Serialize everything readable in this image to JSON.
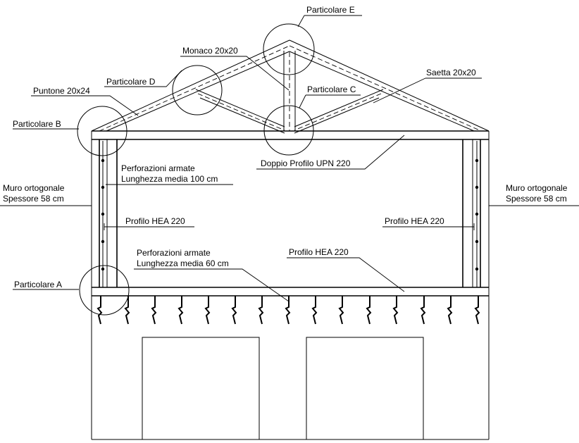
{
  "labels": {
    "particolare_e": "Particolare E",
    "monaco": "Monaco 20x20",
    "particolare_d": "Particolare D",
    "saetta": "Saetta 20x20",
    "puntone": "Puntone 20x24",
    "particolare_c": "Particolare C",
    "particolare_b": "Particolare B",
    "doppio_upn": "Doppio Profilo UPN 220",
    "perforazioni_100_l1": "Perforazioni armate",
    "perforazioni_100_l2": "Lunghezza media 100 cm",
    "muro_left_l1": "Muro ortogonale",
    "muro_left_l2": "Spessore 58 cm",
    "muro_right_l1": "Muro ortogonale",
    "muro_right_l2": "Spessore 58 cm",
    "hea_left": "Profilo HEA 220",
    "hea_right": "Profilo HEA 220",
    "perforazioni_60_l1": "Perforazioni armate",
    "perforazioni_60_l2": "Lunghezza media 60 cm",
    "hea_bottom": "Profilo HEA 220",
    "particolare_a": "Particolare A"
  }
}
